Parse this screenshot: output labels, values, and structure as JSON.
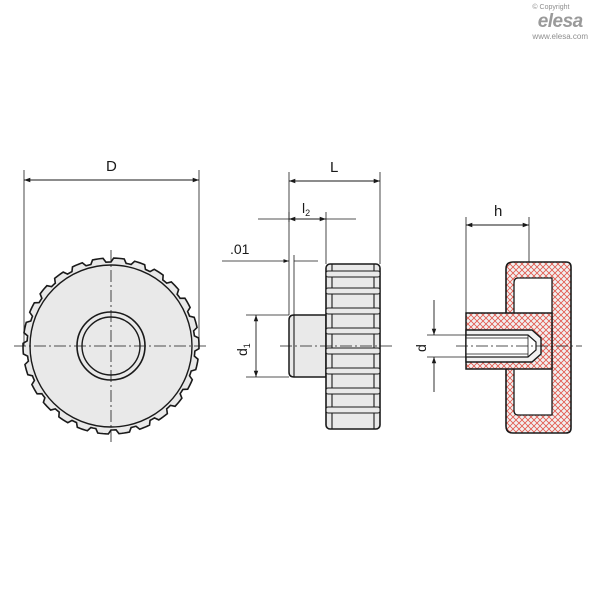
{
  "branding": {
    "copyright": "© Copyright",
    "logo": "elesa",
    "website": "www.elesa.com"
  },
  "dimensions": {
    "D": "D",
    "L": "L",
    "l2": "l",
    "l2_sub": "2",
    "tolerance": ".01",
    "d1": "d",
    "d1_sub": "1",
    "d": "d",
    "h": "h"
  },
  "colors": {
    "line": "#1a1a1a",
    "fill": "#e9e9e9",
    "hatch": "#e2574c"
  }
}
